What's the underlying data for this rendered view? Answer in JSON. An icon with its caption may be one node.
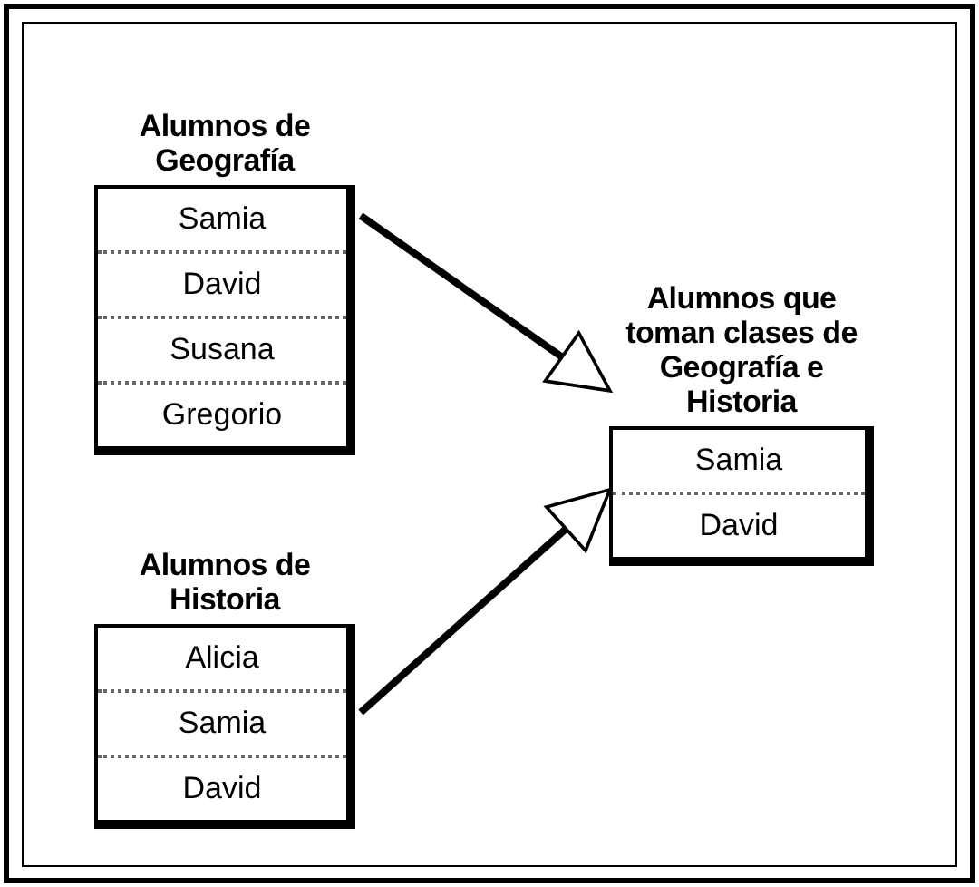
{
  "diagram": {
    "nodes": [
      {
        "text": [
          "Alumnos de Geografía",
          "Samia",
          "David",
          "Susana",
          "Gregorio"
        ]
      },
      {
        "text": [
          "Alumnos de Historia",
          "Alicia",
          "Samia",
          "David"
        ]
      },
      {
        "text": [
          "Alumnos que toman clases de Geografía e Historia",
          "Samia",
          "David"
        ]
      }
    ],
    "edges": [
      {
        "from": 0,
        "to": 2,
        "arrow": "to"
      },
      {
        "from": 1,
        "to": 2,
        "arrow": "to"
      }
    ]
  }
}
